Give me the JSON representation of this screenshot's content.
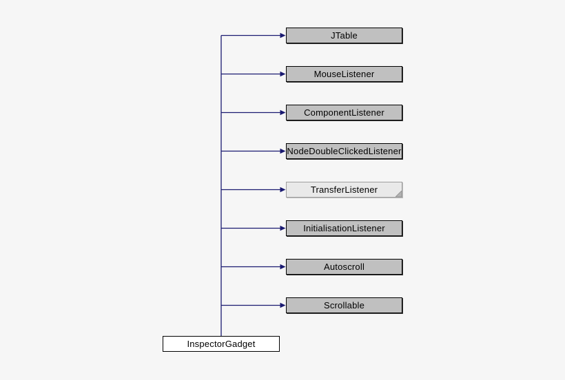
{
  "diagram": {
    "type": "inheritance-graph",
    "derived_class": "InspectorGadget",
    "base_classes": [
      "JTable",
      "MouseListener",
      "ComponentListener",
      "NodeDoubleClickedListener",
      "TransferListener",
      "InitialisationListener",
      "Autoscroll",
      "Scrollable"
    ]
  },
  "nodes": [
    {
      "label": "JTable",
      "style": "inherited"
    },
    {
      "label": "MouseListener",
      "style": "inherited"
    },
    {
      "label": "ComponentListener",
      "style": "inherited"
    },
    {
      "label": "NodeDoubleClickedListener",
      "style": "inherited"
    },
    {
      "label": "TransferListener",
      "style": "truncated"
    },
    {
      "label": "InitialisationListener",
      "style": "inherited"
    },
    {
      "label": "Autoscroll",
      "style": "inherited"
    },
    {
      "label": "Scrollable",
      "style": "inherited"
    },
    {
      "label": "InspectorGadget",
      "style": "current"
    }
  ],
  "colors": {
    "background": "#f6f6f6",
    "node_fill": "#c0c0c0",
    "node_border": "#000000",
    "truncated_fill": "#e9e9e9",
    "truncated_border": "#9e9e9e",
    "current_fill": "#ffffff",
    "edge": "#191970",
    "text": "#000000",
    "fold": "#b2b2b2"
  }
}
